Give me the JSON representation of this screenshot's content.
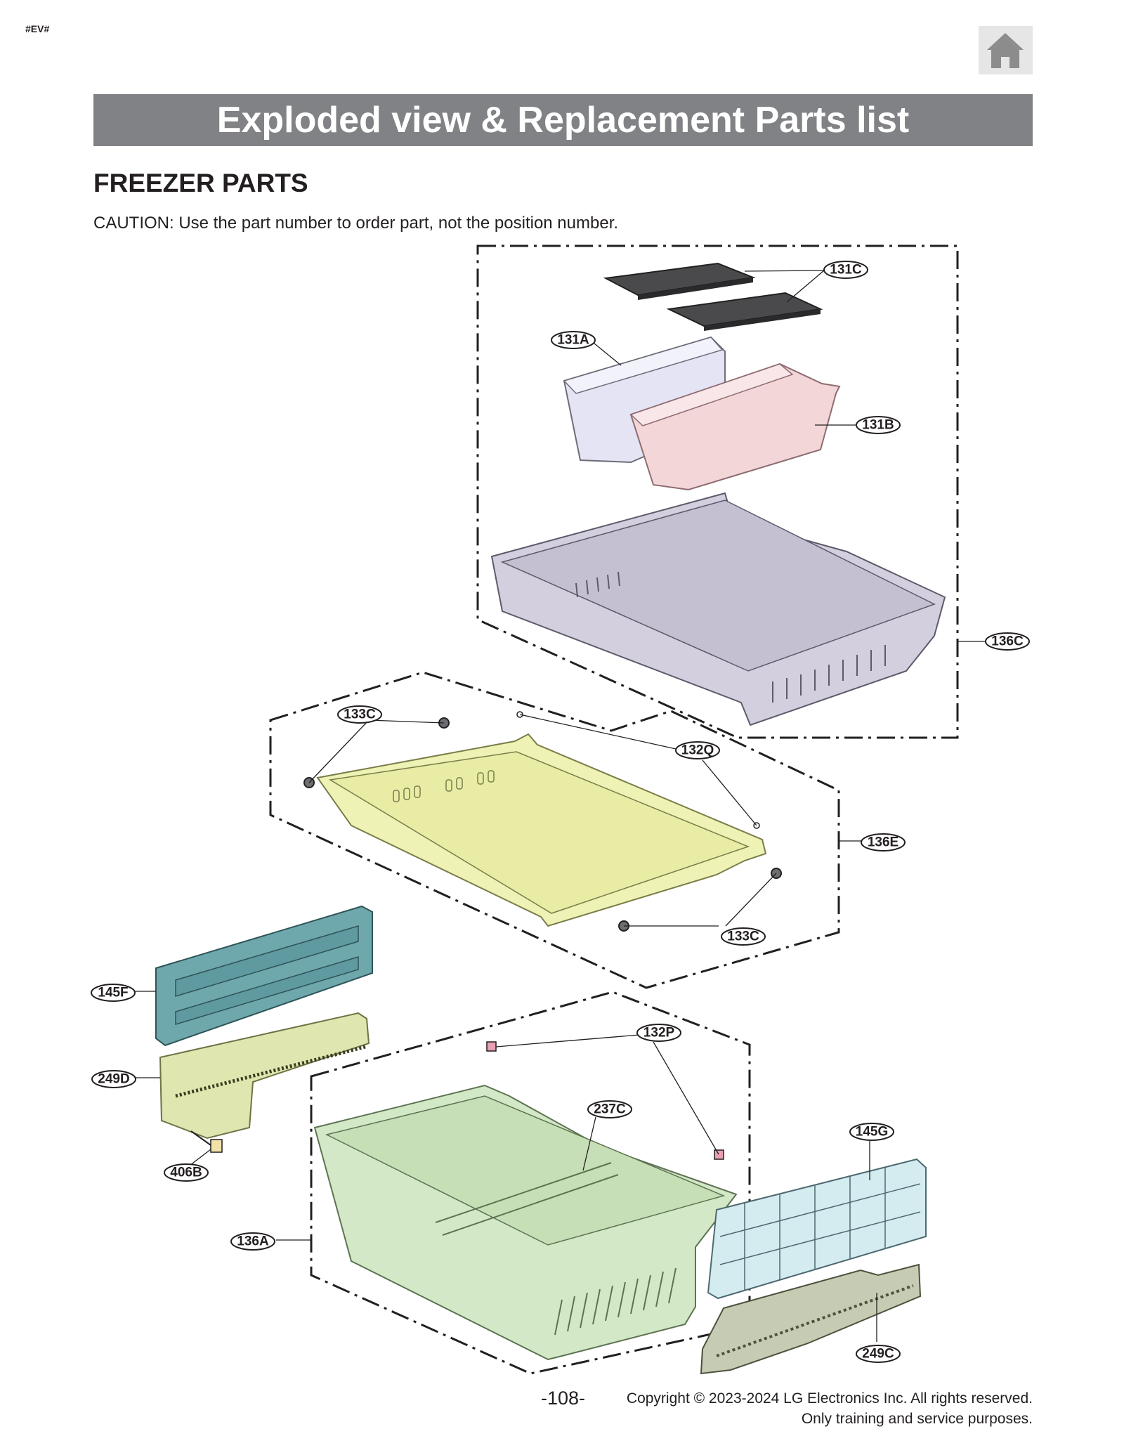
{
  "header_tag": "#EV#",
  "title": "Exploded view & Replacement Parts list",
  "section": "FREEZER PARTS",
  "caution": "CAUTION: Use the part number to order part, not the position number.",
  "callouts": {
    "c131C": "131C",
    "c131A": "131A",
    "c131B": "131B",
    "c136C": "136C",
    "c133C_top": "133C",
    "c132Q": "132Q",
    "c136E": "136E",
    "c133C_bottom": "133C",
    "c145F": "145F",
    "c132P": "132P",
    "c249D": "249D",
    "c237C": "237C",
    "c145G": "145G",
    "c406B": "406B",
    "c136A": "136A",
    "c249C": "249C"
  },
  "colors": {
    "part_131A": "#e4e4f4",
    "part_131B": "#f2d6d8",
    "part_136C": "#d3cfdf",
    "part_136E": "#eef2b4",
    "part_145F": "#6ea8ad",
    "part_249D": "#dfe6b0",
    "part_136A": "#d3e8c6",
    "part_145G": "#d4ecf0",
    "part_249C": "#c6ccb4"
  },
  "icons": {
    "home": "home-icon"
  },
  "page_number": "-108-",
  "copyright_line1": "Copyright © 2023-2024 LG Electronics Inc. All rights reserved.",
  "copyright_line2": "Only training and service purposes."
}
